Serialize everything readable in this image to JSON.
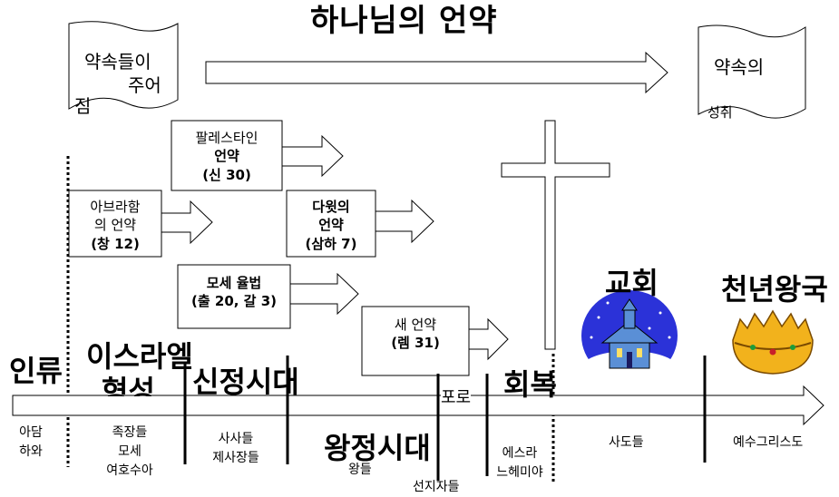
{
  "title": "하나님의 언약",
  "promise_left": {
    "line1": "약속들이",
    "line2": "주어",
    "line3": "짐"
  },
  "promise_right": {
    "line1": "약속의",
    "line2": "성취"
  },
  "covenants": {
    "palestine": {
      "line1": "팔레스타인",
      "line2": "언약",
      "line3": "(신 30)"
    },
    "abraham": {
      "line1": "아브라함",
      "line2": "의 언약",
      "line3": "(창 12)"
    },
    "david": {
      "line1": "다윗의",
      "line2": "언약",
      "line3": "(삼하 7)"
    },
    "moses": {
      "line1": "모세 율법",
      "line2": "(출 20, 갈 3)"
    },
    "new": {
      "line1": "새 언약",
      "line2": "(렘 31)"
    }
  },
  "headings": {
    "human": "인류",
    "israel_line1": "이스라엘",
    "israel_line2": "형성",
    "judges_era": "신정시대",
    "kingdom_era": "왕정시대",
    "exile": "포로",
    "restoration": "회복",
    "church": "교회",
    "millennium": "천년왕국"
  },
  "timeline_labels": {
    "adam": {
      "line1": "아담",
      "line2": "하와"
    },
    "patriarchs": {
      "line1": "족장들",
      "line2": "모세",
      "line3": "여호수아"
    },
    "judges": {
      "line1": "사사들",
      "line2": "제사장들"
    },
    "kings": "왕들",
    "prophets": "선지자들",
    "ezra": {
      "line1": "에스라",
      "line2": "느헤미야"
    },
    "apostles": "사도들",
    "christ": "예수그리스도"
  },
  "icons": {
    "church": "church-snow-globe-icon",
    "crown": "crown-icon"
  },
  "colors": {
    "globe": "#2b32d8",
    "crown": "#f2b21c",
    "church_body": "#5a8fd6"
  }
}
